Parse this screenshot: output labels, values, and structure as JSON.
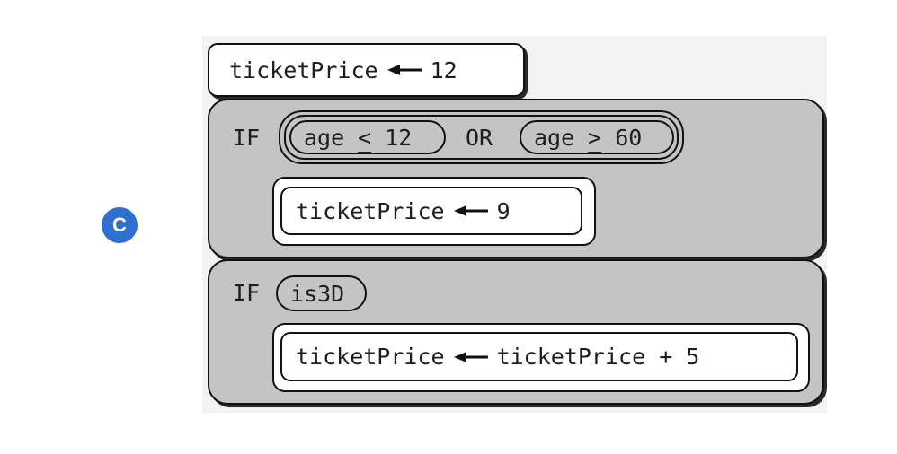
{
  "badge": {
    "label": "C"
  },
  "assignment_initial": {
    "variable": "ticketPrice",
    "value": "12"
  },
  "if_block_1": {
    "keyword": "IF",
    "condition": {
      "left": {
        "var": "age",
        "op": "<",
        "val": "12"
      },
      "connector": "OR",
      "right": {
        "var": "age",
        "op": ">",
        "val": "60"
      }
    },
    "body": {
      "variable": "ticketPrice",
      "value": "9"
    }
  },
  "if_block_2": {
    "keyword": "IF",
    "condition": {
      "var": "is3D"
    },
    "body": {
      "variable": "ticketPrice",
      "value": "ticketPrice + 5"
    }
  }
}
